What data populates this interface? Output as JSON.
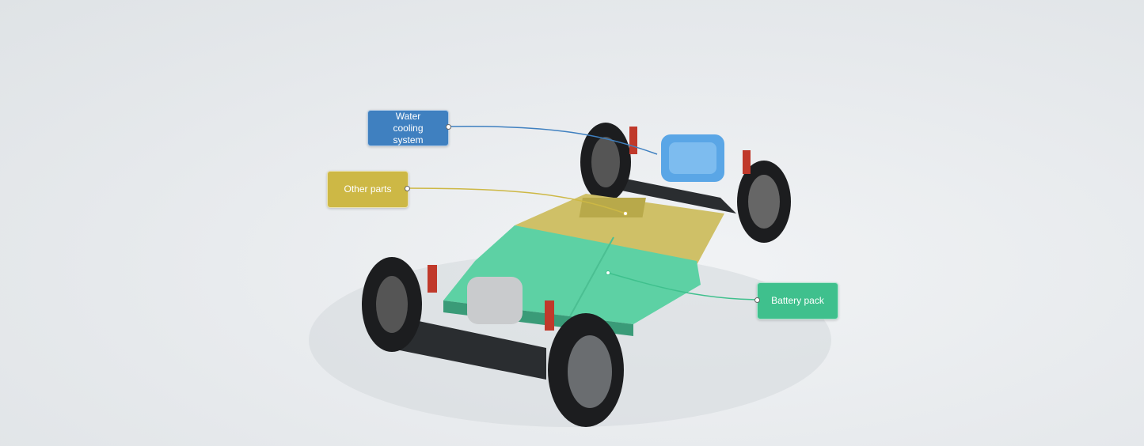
{
  "labels": {
    "water_cooling": "Water cooling system",
    "other_parts": "Other parts",
    "battery_pack": "Battery pack"
  },
  "colors": {
    "water_cooling": "#3f80c0",
    "other_parts": "#cdb845",
    "battery_pack": "#3fc08d"
  }
}
